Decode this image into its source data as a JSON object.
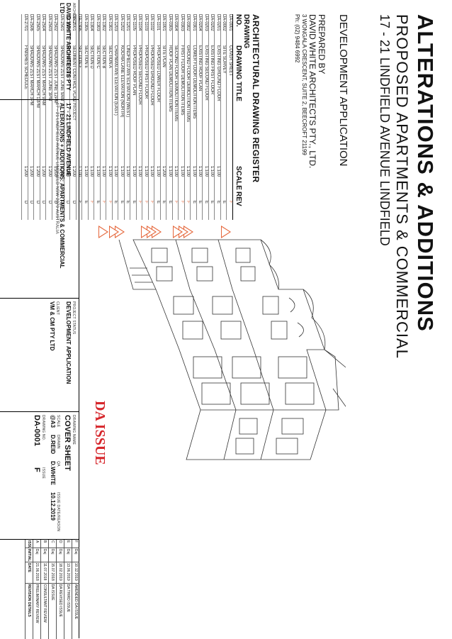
{
  "title": {
    "line1": "ALTERATIONS & ADDITIONS",
    "line2": "PROPOSED APARTMENTS & COMMERCIAL",
    "line3": "17 - 21 LINDFIELD AVENUE LINDFIELD",
    "application": "DEVELOPMENT APPLICATION"
  },
  "prepared": {
    "label": "PREPARED BY",
    "firm": "DAVID WHITE ARCHITECTS PTY., LTD.",
    "address": "3 WONGALA CRESCENT, SUITE 2, BEECROFT 21199",
    "phone": "Ph: (02) 9484 6992"
  },
  "register": {
    "title": "ARCHITECTURAL DRAWING REGISTER",
    "headers": {
      "no": "DRAWING NO.",
      "title": "DRAWING TITLE",
      "scale": "SCALE",
      "rev": "REV"
    },
    "rows": [
      {
        "no": "DA-0001",
        "title": "COVER SHEET",
        "scale": "",
        "rev": "F"
      },
      {
        "no": "DA-0002",
        "title": "SITE SURVEY",
        "scale": "",
        "rev": "E"
      },
      {
        "no": "DA-0201",
        "title": "EXISTING GROUND FLOOR",
        "scale": "1:100",
        "rev": "E"
      },
      {
        "no": "DA-0202",
        "title": "EXISTING FIRST FLOOR",
        "scale": "1:100",
        "rev": "E"
      },
      {
        "no": "DA-0203",
        "title": "EXISTING SECOND FLOOR",
        "scale": "1:100",
        "rev": "E"
      },
      {
        "no": "DA-0204",
        "title": "EXISTING ROOF PLAN",
        "scale": "1:100",
        "rev": "E"
      },
      {
        "no": "DA-0301",
        "title": "LOWER FLOOR DEMOLITION ITEMS",
        "scale": "1:100",
        "rev": "E"
      },
      {
        "no": "DA-0302",
        "title": "GROUND FLOOR DEMOLITION ITEMS",
        "scale": "1:100",
        "rev": "F"
      },
      {
        "no": "DA-0303",
        "title": "FIRST FLOOR DEMOLITION ITEMS",
        "scale": "1:100",
        "rev": "F"
      },
      {
        "no": "DA-0304",
        "title": "SECOND FLOOR DEMOLITION ITEMS",
        "scale": "1:100",
        "rev": "F"
      },
      {
        "no": "DA-0305",
        "title": "ROOF PLAN DEMOLITION ITEMS",
        "scale": "1:100",
        "rev": "E"
      },
      {
        "no": "DA-1001",
        "title": "SITE PLAN",
        "scale": "1:200",
        "rev": "E"
      },
      {
        "no": "DA-1101",
        "title": "PROPOSED LOWER FLOOR",
        "scale": "1:100",
        "rev": "E"
      },
      {
        "no": "DA-1102",
        "title": "PROPOSED GROUND FLOOR",
        "scale": "1:100",
        "rev": "F"
      },
      {
        "no": "DA-1103",
        "title": "PROPOSED FIRST FLOOR",
        "scale": "1:100",
        "rev": "F"
      },
      {
        "no": "DA-1104",
        "title": "PROPOSED SECOND FLOOR",
        "scale": "1:100",
        "rev": "F"
      },
      {
        "no": "DA-1105",
        "title": "PROPOSED ROOF PLAN",
        "scale": "1:100",
        "rev": "E"
      },
      {
        "no": "DA-1201",
        "title": "LINDFIELD AVE ELEVATION (WEST)",
        "scale": "1:100",
        "rev": "E"
      },
      {
        "no": "DA-1202",
        "title": "KOCHIA LANE ELEVATION (NORTH)",
        "scale": "1:100",
        "rev": "E"
      },
      {
        "no": "DA-1203",
        "title": "CHAPMAN AVE ELEVATION (EAST)",
        "scale": "1:100",
        "rev": "E"
      },
      {
        "no": "DA-1301",
        "title": "SECTION A",
        "scale": "1:100",
        "rev": "F"
      },
      {
        "no": "DA-1302",
        "title": "SECTION B",
        "scale": "1:100",
        "rev": "F"
      },
      {
        "no": "DA-1303",
        "title": "SECTION C",
        "scale": "1:100",
        "rev": "E"
      },
      {
        "no": "DA-1304",
        "title": "SECTION D",
        "scale": "1:100",
        "rev": "F"
      },
      {
        "no": "DA-1305",
        "title": "SECTION E",
        "scale": "1:100",
        "rev": "E"
      },
      {
        "no": "DA-1306",
        "title": "SECTION F",
        "scale": "1:100",
        "rev": "E"
      },
      {
        "no": "DA-2001",
        "title": "SEDIMENT CONTROL PLAN",
        "scale": "1:200",
        "rev": "D"
      },
      {
        "no": "DA-2101",
        "title": "SITE ANALYSIS",
        "scale": "1:200",
        "rev": "D"
      },
      {
        "no": "DA-2501",
        "title": "SHADOWS 21ST JUNE 9AM",
        "scale": "1:200",
        "rev": "D"
      },
      {
        "no": "DA-2502",
        "title": "SHADOWS 21ST JUNE 12PM",
        "scale": "1:200",
        "rev": "D"
      },
      {
        "no": "DA-2503",
        "title": "SHADOWS 21ST JUNE 3PM",
        "scale": "1:200",
        "rev": "D"
      },
      {
        "no": "DA-2504",
        "title": "SHADOWS 21ST MARCH 9AM",
        "scale": "1:200",
        "rev": "D"
      },
      {
        "no": "DA-2505",
        "title": "SHADOWS 21ST MARCH 12PM",
        "scale": "1:200",
        "rev": "D"
      },
      {
        "no": "DA-2506",
        "title": "SHADOWS 21ST MARCH 3PM",
        "scale": "1:200",
        "rev": "D"
      },
      {
        "no": "DA-2701",
        "title": "FINISHES SCHEDULE",
        "scale": "1:200",
        "rev": "D"
      }
    ]
  },
  "titleblock": {
    "architect_label": "ARCHITECT",
    "architect_name": "DAVID WHITE ARCHITECTS PTY LTD",
    "project_label": "PROJECT",
    "project_line1": "17 - 21 LINDFIELD AVENUE",
    "project_line2": "ALTERATIONS + ADDITIONS: APARTMENTS & COMMERCIAL",
    "project_line3": "17 - 21 LINDFIELD AVENUE LINDFIELD NSW 2070 AUSTRALIA",
    "project_status_label": "PROJECT STATUS",
    "project_status": "DEVELOPMENT APPLICATION",
    "client_label": "CLIENT",
    "client": "VM & CM PTY LTD",
    "drawing_name_label": "DRAWING NAME",
    "drawing_name": "COVER SHEET",
    "scale_label": "SCALE",
    "scale": "@A3",
    "drawn_label": "DRAWN",
    "drawn": "D.REID",
    "qa_label": "QA",
    "qa": "D.WHITE",
    "issue_date_label": "ISSUE DATE/REASON",
    "issue_date": "10.12.2019",
    "da_issue": "DA ISSUE",
    "drawing_no_label": "DRAWING NO.",
    "drawing_no": "DA-0001",
    "issue_label": "ISSUE",
    "issue": "F"
  },
  "revisions": {
    "headers": {
      "issue": "ISSUE",
      "initial": "INITIAL",
      "date": "DATE",
      "details": "REVISION DETAILS"
    },
    "rows": [
      {
        "issue": "F",
        "initial": "Daj",
        "date": "10.12.2019",
        "details": "AMENDED DA ISSUE"
      },
      {
        "issue": "E",
        "initial": "Daj",
        "date": "13.06.2019",
        "details": "DA THIRD ISSUE"
      },
      {
        "issue": "D",
        "initial": "Daj",
        "date": "18.02.2019",
        "details": "DA REVISED ISSUE"
      },
      {
        "issue": "C",
        "initial": "Daj",
        "date": "15.07.2018",
        "details": "DA ISSUE"
      },
      {
        "issue": "B",
        "initial": "Daj",
        "date": "11.07.2018",
        "details": "CONSULTANT REVIEW"
      },
      {
        "issue": "A",
        "initial": "Daj",
        "date": "21.06.2018",
        "details": "PRELIMINARY REVIEW"
      }
    ]
  }
}
